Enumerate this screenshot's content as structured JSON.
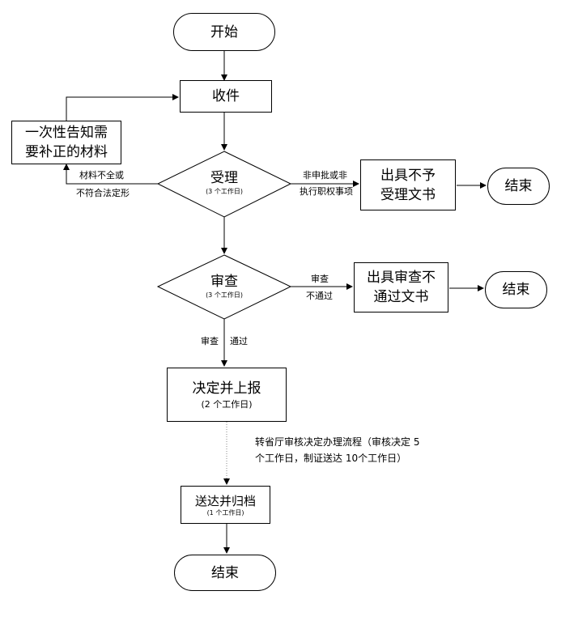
{
  "nodes": {
    "start": "开始",
    "receive": "收件",
    "notify": [
      "一次性告知需",
      "要补正的材料"
    ],
    "accept": {
      "label": "受理",
      "days": "(3 个工作日)"
    },
    "reject_doc": [
      "出具不予",
      "受理文书"
    ],
    "end1": "结束",
    "review": {
      "label": "审查",
      "days": "(3 个工作日)"
    },
    "fail_doc": [
      "出具审查不",
      "通过文书"
    ],
    "end2": "结束",
    "decide": {
      "label": "决定并上报",
      "days": "(2 个工作日)"
    },
    "deliver": {
      "label": "送达并归档",
      "days": "(1 个工作日)"
    },
    "end3": "结束"
  },
  "edge_labels": {
    "incomplete": [
      "材料不全或",
      "不符合法定形"
    ],
    "not_matter": [
      "非申批或非",
      "执行职权事项"
    ],
    "review_fail": [
      "审查",
      "不通过"
    ],
    "review_pass": [
      "审查",
      "通过"
    ]
  },
  "note": [
    "转省厅审核决定办理流程（审核决定 5",
    "个工作日，制证送达 10个工作日）"
  ]
}
